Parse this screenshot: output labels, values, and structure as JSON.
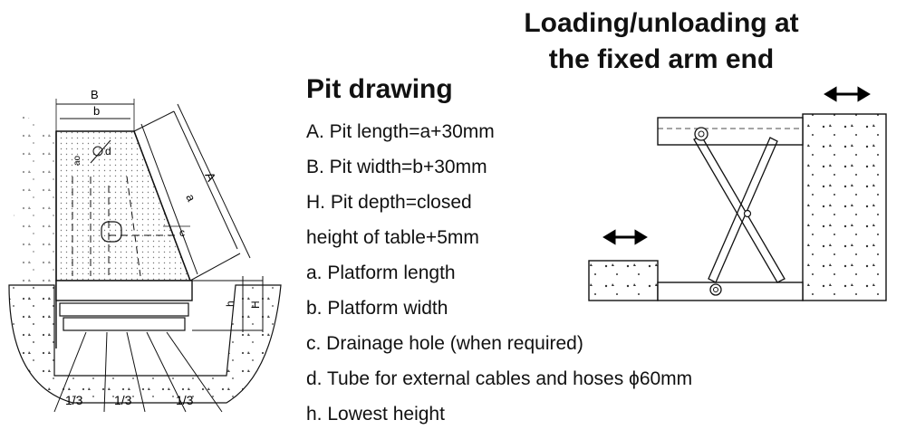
{
  "title": {
    "line1": "Loading/unloading  at",
    "line2": "the fixed arm end"
  },
  "subtitle": "Pit drawing",
  "legend": [
    "A. Pit length=a+30mm",
    "B. Pit width=b+30mm",
    "H. Pit depth=closed",
    "height of table+5mm",
    "a. Platform length",
    "b. Platform width",
    "c. Drainage hole (when required)",
    "d. Tube for external cables and hoses  ϕ60mm",
    "h. Lowest height"
  ],
  "pit_labels": {
    "B": "B",
    "b": "b",
    "A": "A",
    "a": "a",
    "c": "c",
    "d": "d",
    "H": "H",
    "h": "h",
    "ao": "ao",
    "thirds": [
      "1/3",
      "1/3",
      "1/3"
    ]
  },
  "colors": {
    "ink": "#111111",
    "concrete": "#555555",
    "arrow": "#000000"
  },
  "icons": {
    "arrow_right": "double-arrow-icon",
    "arrow_left": "double-arrow-icon"
  }
}
